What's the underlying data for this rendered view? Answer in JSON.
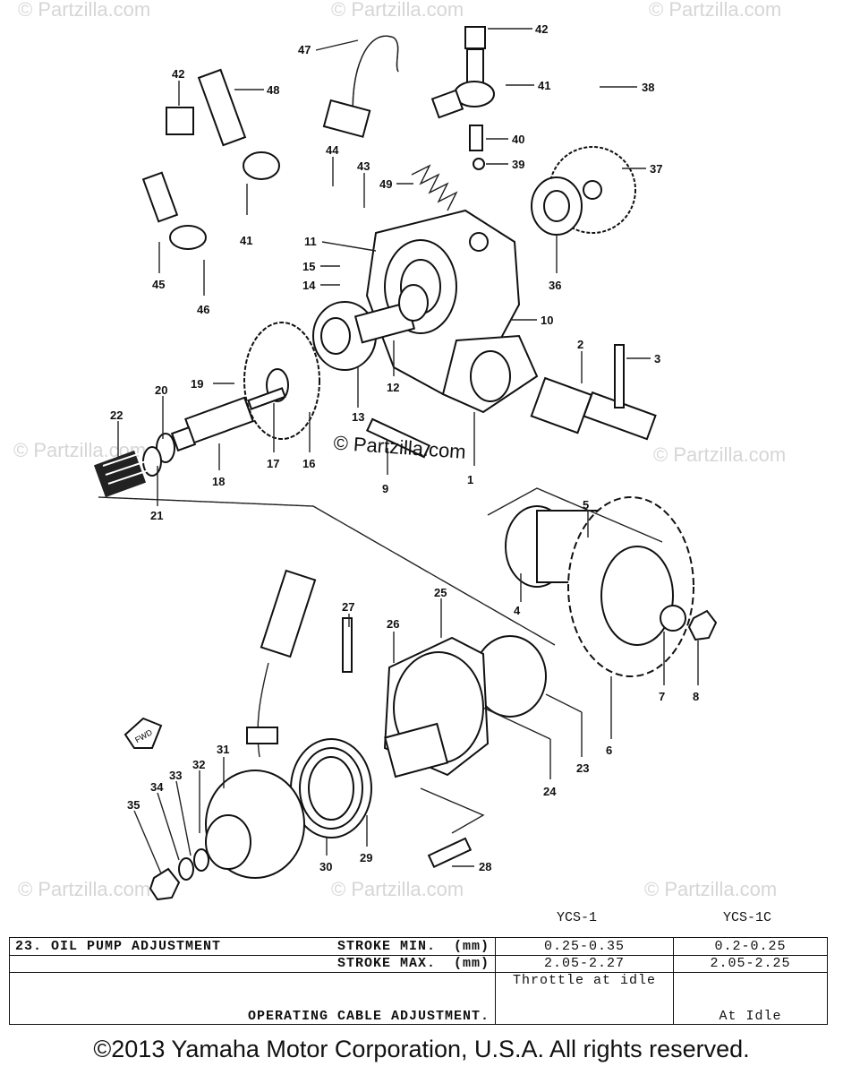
{
  "watermark": "© Partzilla.com",
  "center_watermark": "© Partzilla.com",
  "callouts": [
    "42",
    "47",
    "41",
    "38",
    "48",
    "42",
    "40",
    "39",
    "37",
    "44",
    "43",
    "49",
    "41",
    "11",
    "15",
    "14",
    "45",
    "46",
    "36",
    "10",
    "2",
    "3",
    "19",
    "20",
    "22",
    "18",
    "17",
    "16",
    "13",
    "12",
    "9",
    "1",
    "21",
    "5",
    "27",
    "26",
    "25",
    "4",
    "6",
    "7",
    "8",
    "23",
    "24",
    "31",
    "32",
    "33",
    "34",
    "35",
    "30",
    "29",
    "28"
  ],
  "fwd_arrow": "FWD",
  "models": {
    "col1": "YCS-1",
    "col2": "YCS-1C"
  },
  "spec_table": {
    "row1": {
      "item": "23. OIL PUMP ADJUSTMENT",
      "param": "STROKE MIN.",
      "unit": "(mm)",
      "v1": "0.25-0.35",
      "v2": "0.2-0.25"
    },
    "row2": {
      "param": "STROKE MAX.",
      "unit": "(mm)",
      "v1": "2.05-2.27",
      "v2": "2.05-2.25"
    },
    "row3": {
      "param": "OPERATING CABLE ADJUSTMENT.",
      "v1": "Throttle at idle",
      "v2": "At Idle"
    }
  },
  "copyright": "©2013 Yamaha Motor Corporation, U.S.A. All rights reserved."
}
